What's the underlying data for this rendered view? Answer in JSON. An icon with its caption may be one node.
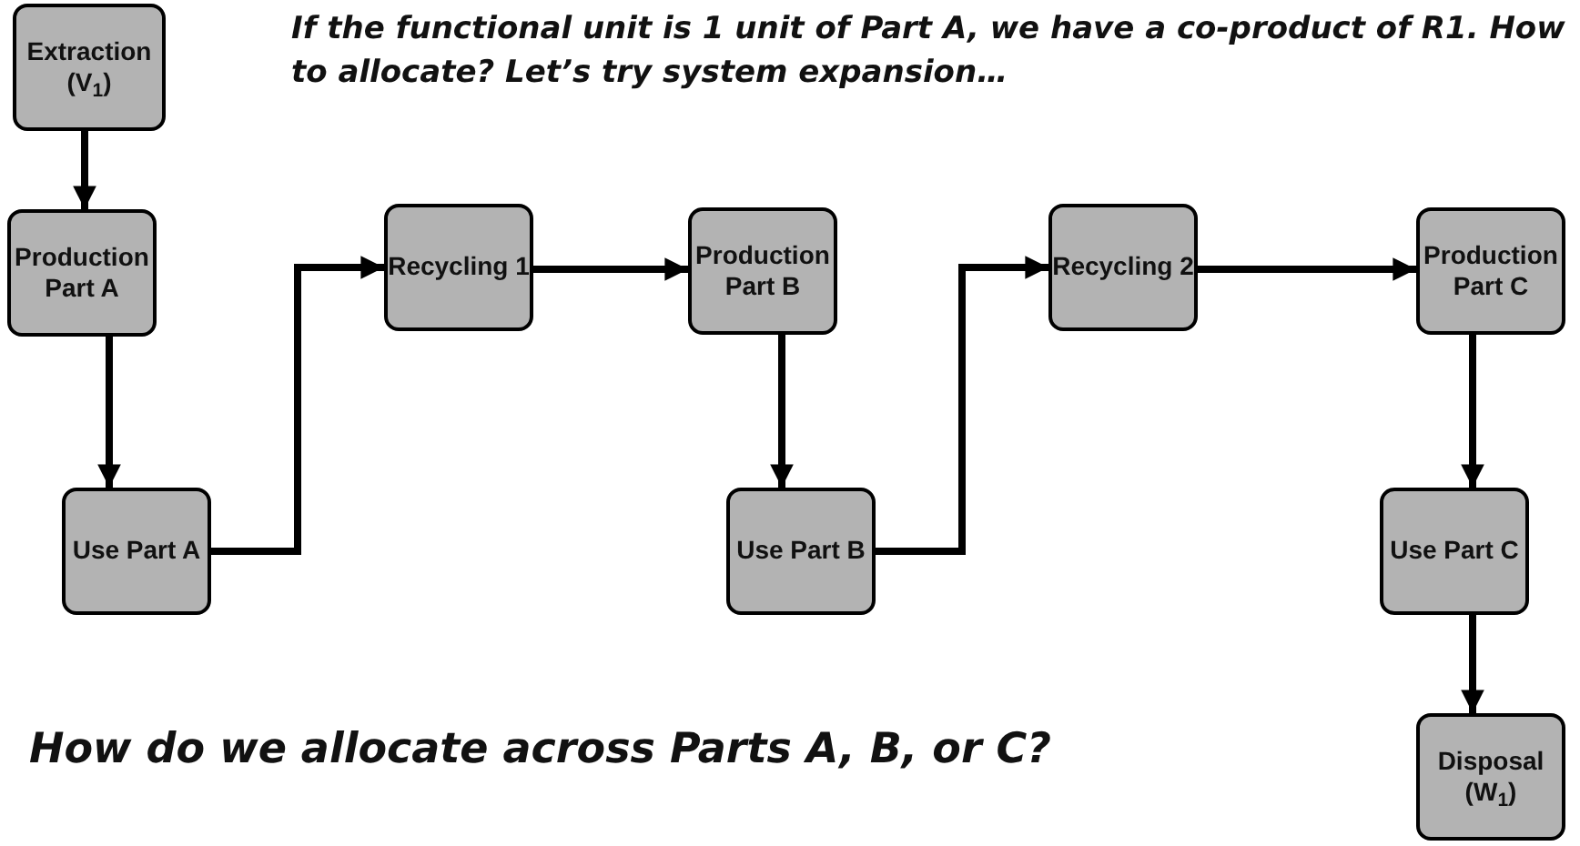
{
  "diagram": {
    "nodes": [
      {
        "text": [
          "Extraction (V$_{1}$)"
        ]
      },
      {
        "text": [
          "Production Part A"
        ]
      },
      {
        "text": [
          "Use Part A"
        ]
      },
      {
        "text": [
          "Recycling 1"
        ]
      },
      {
        "text": [
          "Production Part B"
        ]
      },
      {
        "text": [
          "Use Part B"
        ]
      },
      {
        "text": [
          "Recycling 2"
        ]
      },
      {
        "text": [
          "Production Part C"
        ]
      },
      {
        "text": [
          "Use Part C"
        ]
      },
      {
        "text": [
          "Disposal (W$_{1}$)"
        ]
      }
    ],
    "edges": [
      {
        "from": 0,
        "to": 1,
        "arrow": "to"
      },
      {
        "from": 1,
        "to": 2,
        "arrow": "to"
      },
      {
        "from": 2,
        "to": 3,
        "arrow": "to"
      },
      {
        "from": 3,
        "to": 4,
        "arrow": "to"
      },
      {
        "from": 4,
        "to": 5,
        "arrow": "to"
      },
      {
        "from": 5,
        "to": 6,
        "arrow": "to"
      },
      {
        "from": 6,
        "to": 7,
        "arrow": "to"
      },
      {
        "from": 7,
        "to": 8,
        "arrow": "to"
      },
      {
        "from": 8,
        "to": 9,
        "arrow": "to"
      }
    ],
    "labels": [
      "If the functional unit is 1 unit of Part A, we have a co-product of R1. How to allocate? Let’s try system expansion…",
      "How do we allocate across Parts A, B, or C?"
    ]
  }
}
